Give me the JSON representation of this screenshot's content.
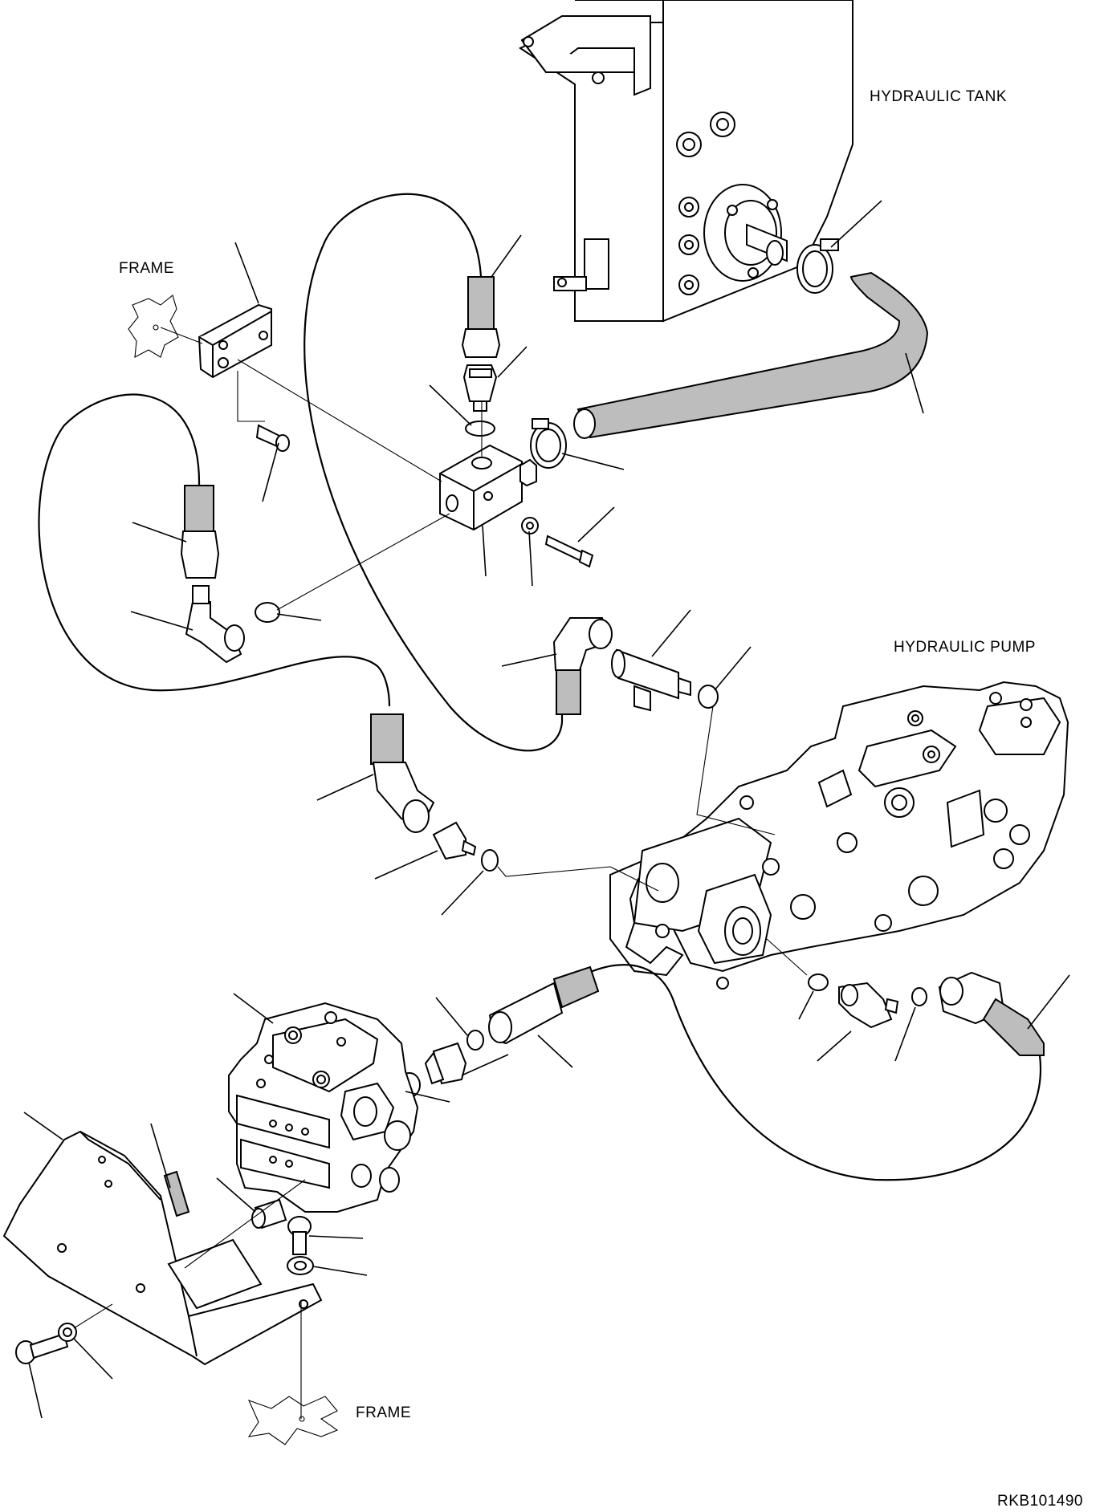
{
  "labels": {
    "hydraulic_tank": "HYDRAULIC TANK",
    "hydraulic_pump": "HYDRAULIC PUMP",
    "frame_top": "FRAME",
    "frame_bottom": "FRAME",
    "drawing_number": "RKB101490"
  }
}
